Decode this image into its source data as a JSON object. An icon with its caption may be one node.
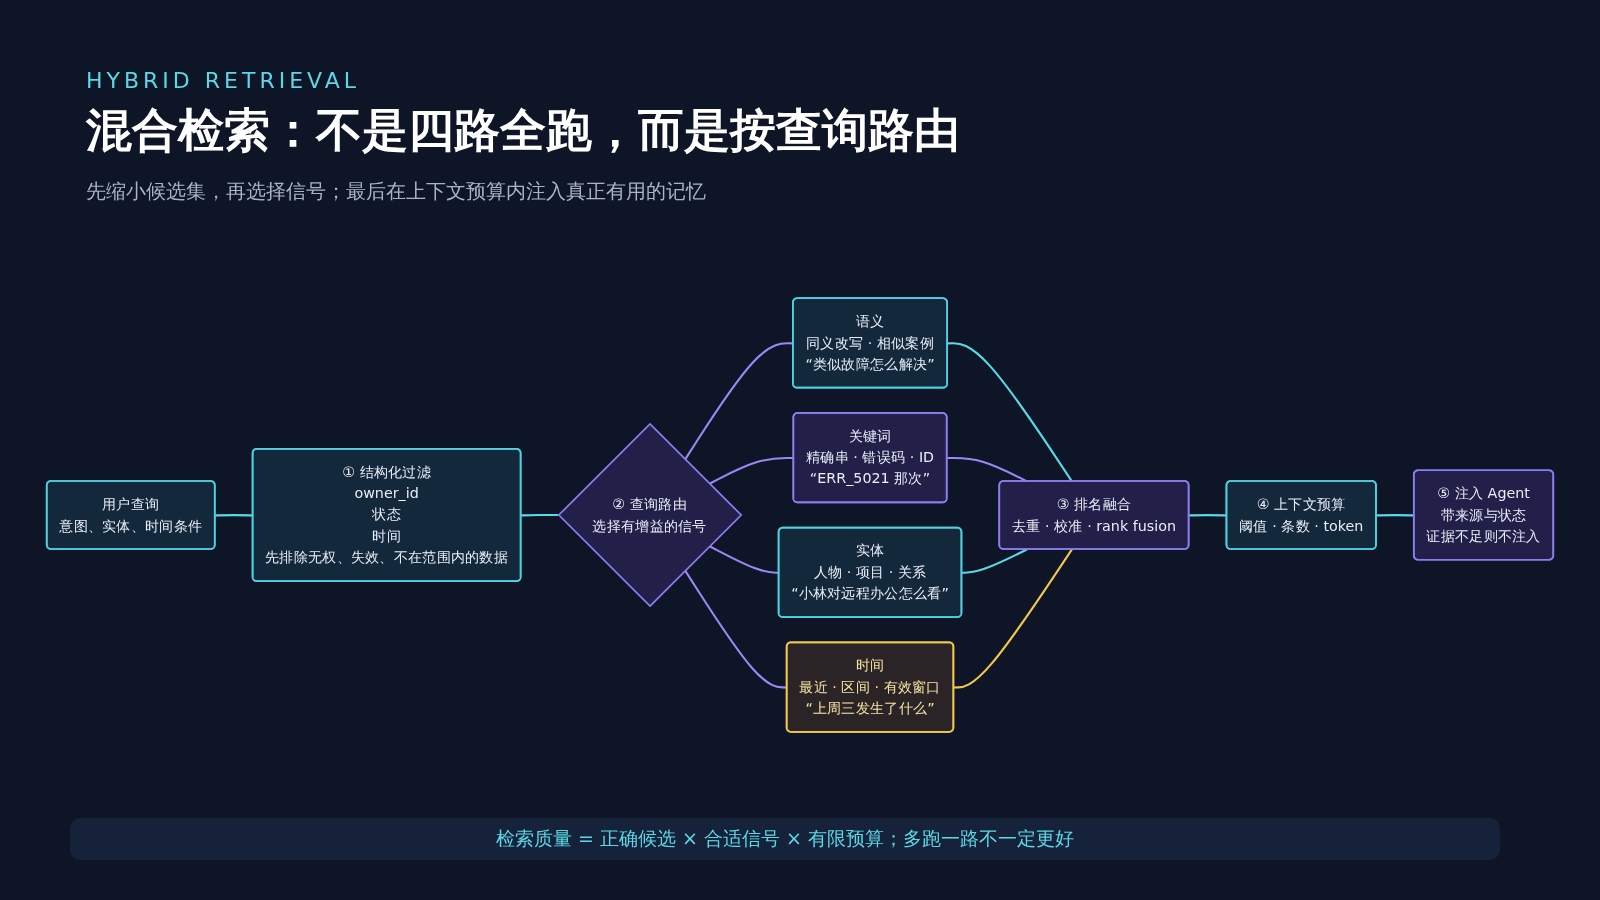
{
  "diagram": {
    "title": "混合检索：不是四路全跑，而是按查询路由",
    "caption": "检索质量 = 正确候选 × 合适信号 × 有限预算；多跑一路不一定更好",
    "labels": [
      "HYBRID RETRIEVAL",
      "先缩小候选集，再选择信号；最后在上下文预算内注入真正有用的记忆"
    ],
    "nodes": [
      {
        "text": [
          "用户查询",
          "意图、实体、时间条件"
        ]
      },
      {
        "text": [
          "① 结构化过滤",
          "owner_id",
          "状态",
          "时间",
          "先排除无权、失效、不在范围内的数据"
        ]
      },
      {
        "text": [
          "② 查询路由",
          "选择有增益的信号"
        ]
      },
      {
        "text": [
          "语义",
          "同义改写 · 相似案例",
          "“类似故障怎么解决”"
        ]
      },
      {
        "text": [
          "关键词",
          "精确串 · 错误码 · ID",
          "“ERR_5021 那次”"
        ]
      },
      {
        "text": [
          "实体",
          "人物 · 项目 · 关系",
          "“小林对远程办公怎么看”"
        ]
      },
      {
        "text": [
          "时间",
          "最近 · 区间 · 有效窗口",
          "“上周三发生了什么”"
        ]
      },
      {
        "text": [
          "③ 排名融合",
          "去重 · 校准 · rank fusion"
        ]
      },
      {
        "text": [
          "④ 上下文预算",
          "阈值 · 条数 · token"
        ]
      },
      {
        "text": [
          "⑤ 注入 Agent",
          "带来源与状态",
          "证据不足则不注入"
        ]
      }
    ],
    "edges": [
      {
        "from": 0,
        "to": 1,
        "arrow": "none"
      },
      {
        "from": 1,
        "to": 2,
        "arrow": "none"
      },
      {
        "from": 2,
        "to": 3,
        "arrow": "none",
        "color": "#9b87f5"
      },
      {
        "from": 2,
        "to": 4,
        "arrow": "none",
        "color": "#9b87f5"
      },
      {
        "from": 2,
        "to": 5,
        "arrow": "none",
        "color": "#9b87f5"
      },
      {
        "from": 2,
        "to": 6,
        "arrow": "none",
        "color": "#9b87f5"
      },
      {
        "from": 3,
        "to": 7,
        "arrow": "none"
      },
      {
        "from": 4,
        "to": 7,
        "arrow": "none",
        "color": "#9b87f5"
      },
      {
        "from": 5,
        "to": 7,
        "arrow": "none"
      },
      {
        "from": 6,
        "to": 7,
        "arrow": "none",
        "color": "#f2c94c"
      },
      {
        "from": 7,
        "to": 8,
        "arrow": "none"
      },
      {
        "from": 8,
        "to": 9,
        "arrow": "none"
      }
    ]
  }
}
